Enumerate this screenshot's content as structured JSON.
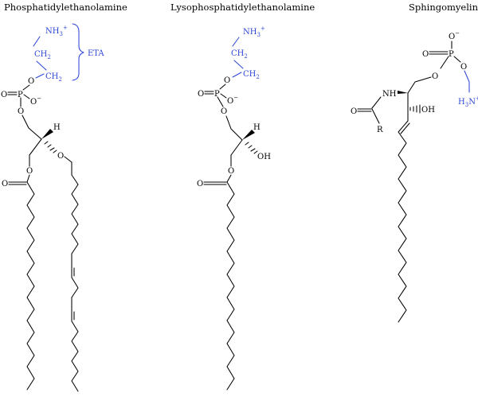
{
  "titles": {
    "pe": "Phosphatidylethanolamine",
    "lpe": "Lysophosphatidylethanolamine",
    "sm": "Sphingomyelin"
  },
  "labels": {
    "nh3": "NH",
    "sub3": "3",
    "plus": "+",
    "ch2": "CH",
    "sub2": "2",
    "eta": "ETA",
    "o": "O",
    "p": "P",
    "ominus": "O",
    "minus": "−",
    "h": "H",
    "oh": "OH",
    "nh": "NH",
    "r": "R",
    "h3n": "H",
    "n": "N"
  },
  "colors": {
    "ethanolamine": "#2f47d6",
    "skeleton": "#000000"
  }
}
